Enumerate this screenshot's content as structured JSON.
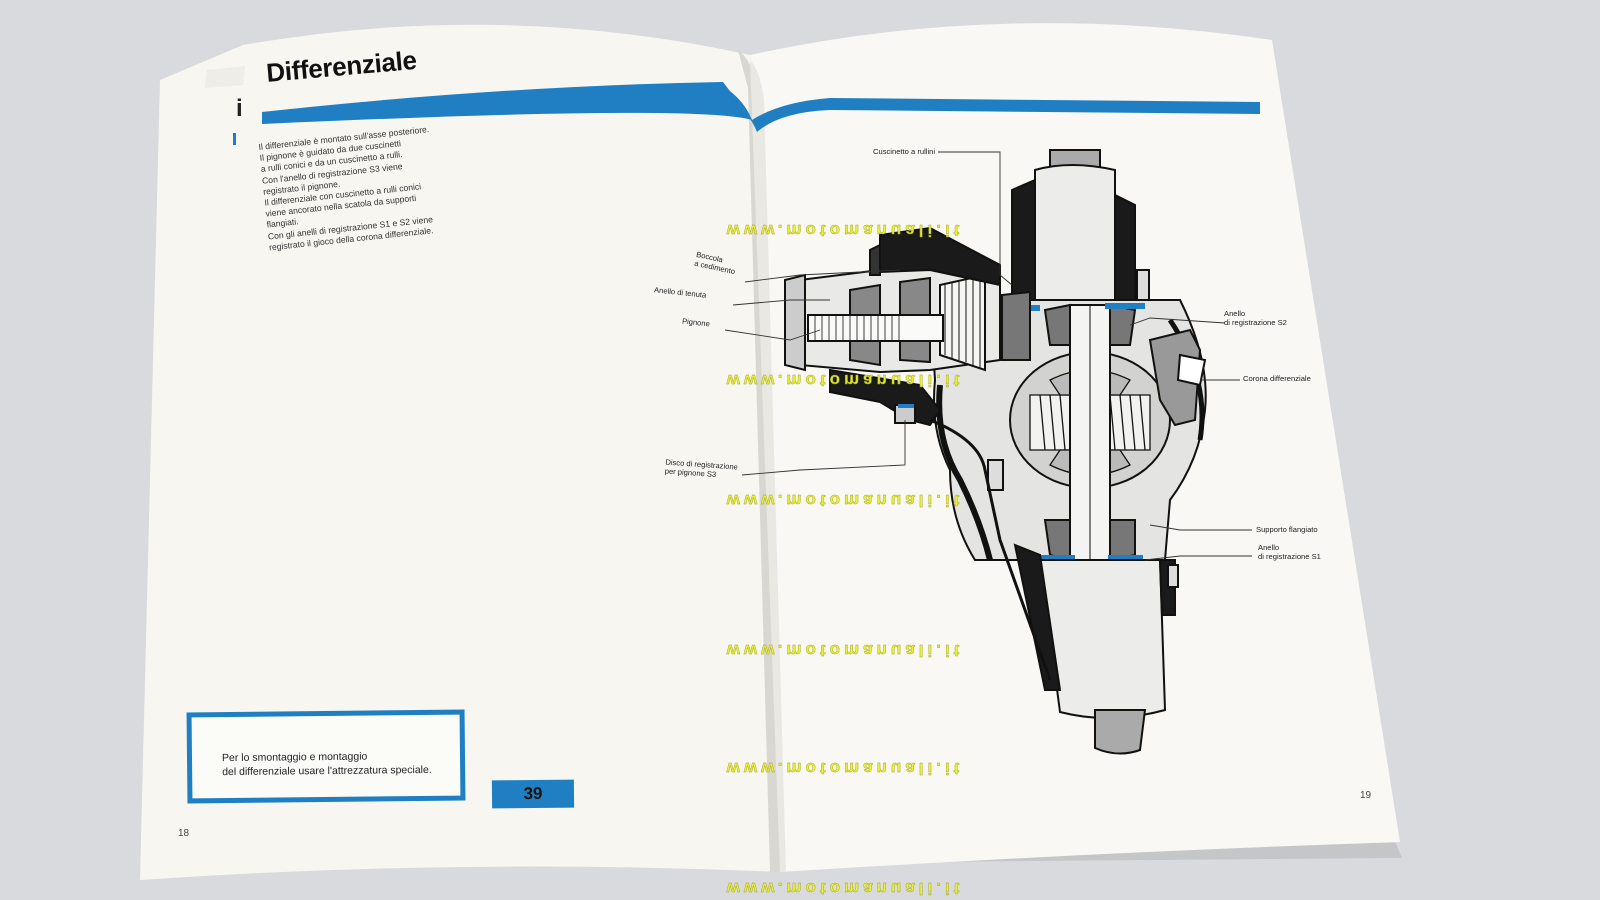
{
  "heading": "Differenziale",
  "side_letter": "i",
  "body_lines": [
    "Il differenziale è montato sull'asse posteriore.",
    "Il pignone è guidato da due cuscinetti",
    "a rulli conici e da un cuscinetto a rulli.",
    "Con l'anello di registrazione S3 viene",
    "registrato il pignone.",
    "Il differenziale con cuscinetto a rulli conici",
    "viene ancorato nella scatola da supporti",
    "flangiati.",
    "Con gli anelli di registrazione S1 e S2 viene",
    "registrato il gioco della corona differenziale."
  ],
  "note_lines": [
    "Per lo smontaggio e montaggio",
    "del differenziale usare l'attrezzatura speciale."
  ],
  "page_badge": "39",
  "left_page_number": "18",
  "right_page_number": "19",
  "callouts": {
    "cuscinetto": "Cuscinetto a rullini",
    "boccola_1": "Boccola",
    "boccola_2": "a cedimento",
    "anello_tenuta": "Anello di tenuta",
    "pignone": "Pignone",
    "anello_s2_1": "Anello",
    "anello_s2_2": "di registrazione S2",
    "corona": "Corona differenziale",
    "disco_1": "Disco di registrazione",
    "disco_2": "per pignone S3",
    "supporto": "Supporto flangiato",
    "anello_s1_1": "Anello",
    "anello_s1_2": "di registrazione S1"
  },
  "watermark": "www.motomanuali.it",
  "colors": {
    "accent_blue": "#1f7fc2",
    "paper": "#f7f6f1",
    "background": "#d9dadd",
    "watermark": "#e8f02a"
  }
}
